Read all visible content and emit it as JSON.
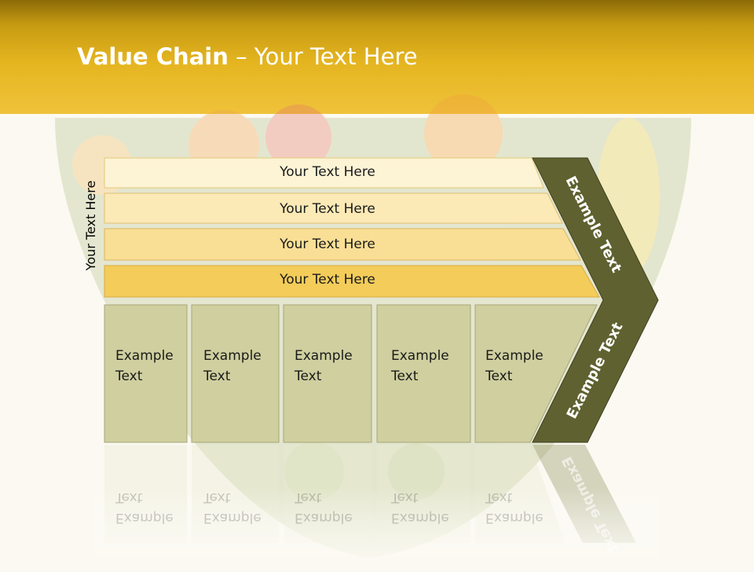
{
  "title": {
    "bold": "Value Chain",
    "rest": " – Your Text Here"
  },
  "side_label": "Your Text Here",
  "bars": [
    {
      "label": "Your Text Here"
    },
    {
      "label": "Your Text Here"
    },
    {
      "label": "Your Text Here"
    },
    {
      "label": "Your Text Here"
    }
  ],
  "boxes": [
    {
      "line1": "Example",
      "line2": "Text"
    },
    {
      "line1": "Example",
      "line2": "Text"
    },
    {
      "line1": "Example",
      "line2": "Text"
    },
    {
      "line1": "Example",
      "line2": "Text"
    },
    {
      "line1": "Example",
      "line2": "Text"
    }
  ],
  "chevron": {
    "upper": "Example Text",
    "lower": "Example Text"
  },
  "colors": {
    "header": "#e5b520",
    "bar_shades": [
      "#fdf3d5",
      "#fbe9b6",
      "#f9df95",
      "#f3cc5a"
    ],
    "box_fill": "#cfcf9f",
    "chevron_fill": "#5f6130"
  }
}
